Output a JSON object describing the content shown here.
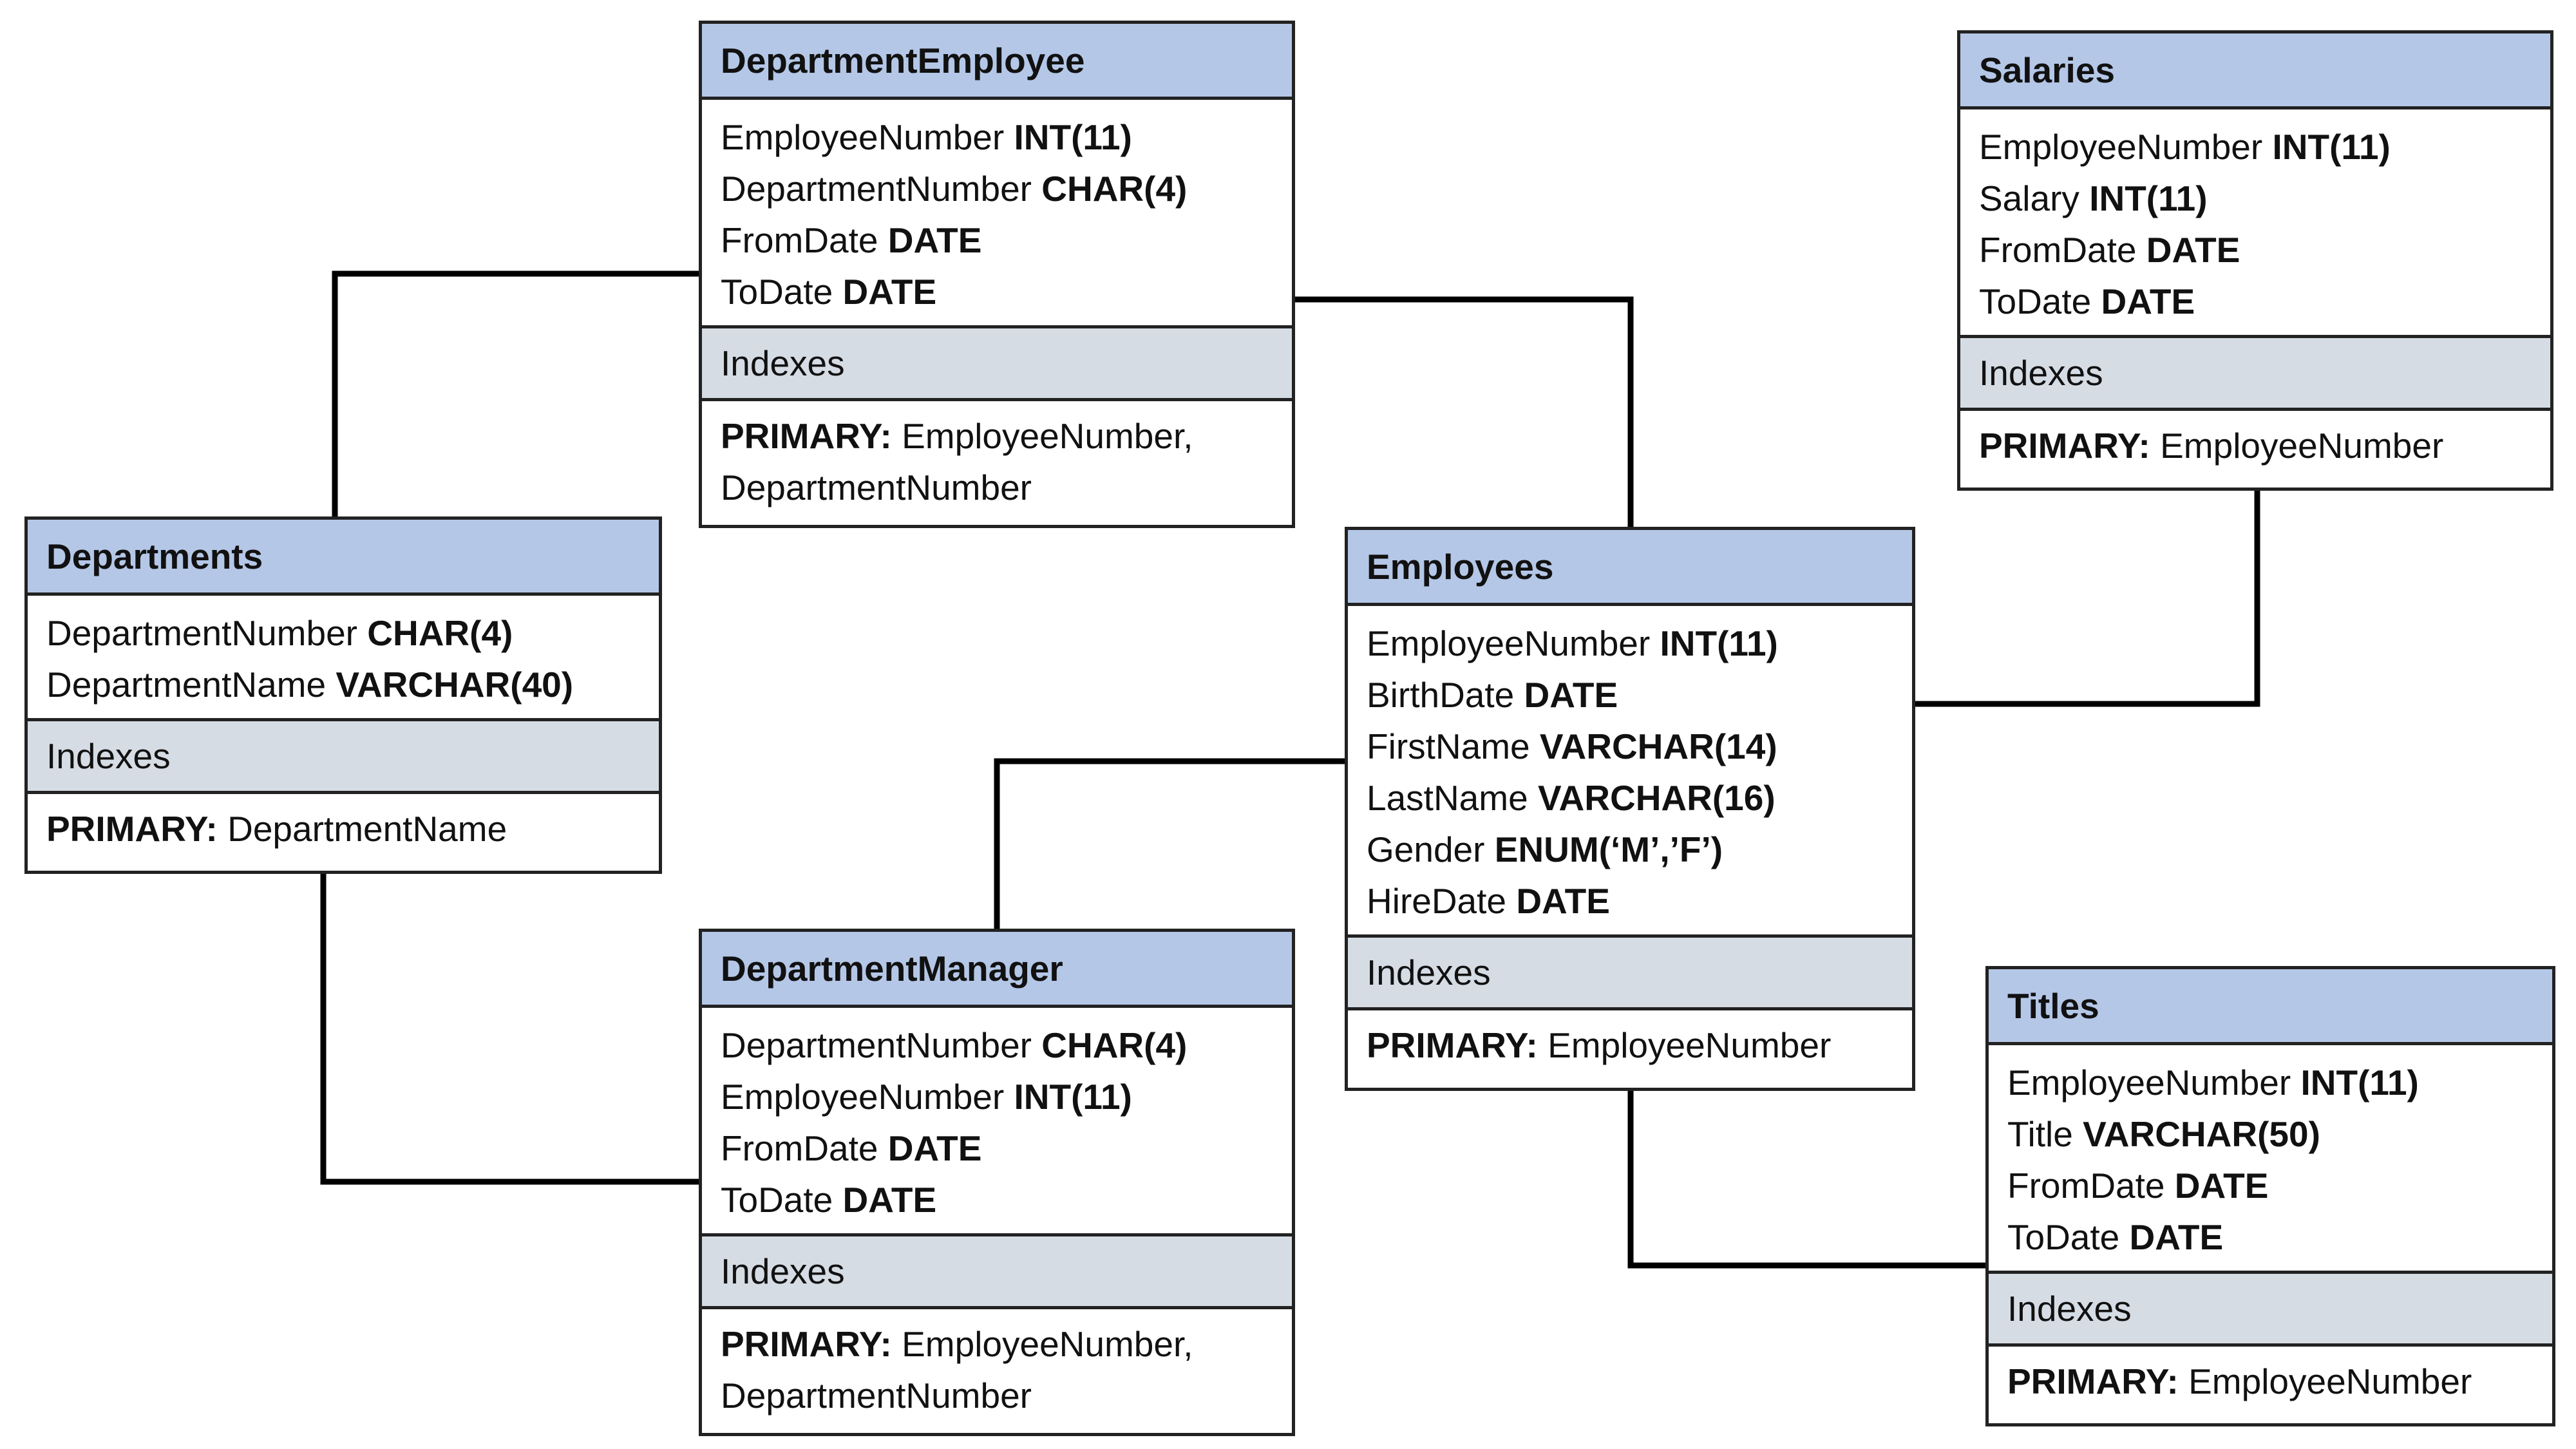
{
  "tables": {
    "department_employee": {
      "name": "DepartmentEmployee",
      "fields": [
        {
          "name": "EmployeeNumber",
          "type": "INT(11)"
        },
        {
          "name": "DepartmentNumber",
          "type": "CHAR(4)"
        },
        {
          "name": "FromDate",
          "type": "DATE"
        },
        {
          "name": "ToDate",
          "type": "DATE"
        }
      ],
      "indexes_label": "Indexes",
      "primary_label": "PRIMARY:",
      "primary_keys": [
        "EmployeeNumber,",
        "DepartmentNumber"
      ]
    },
    "salaries": {
      "name": "Salaries",
      "fields": [
        {
          "name": "EmployeeNumber",
          "type": "INT(11)"
        },
        {
          "name": "Salary",
          "type": "INT(11)"
        },
        {
          "name": "FromDate",
          "type": "DATE"
        },
        {
          "name": "ToDate",
          "type": "DATE"
        }
      ],
      "indexes_label": "Indexes",
      "primary_label": "PRIMARY:",
      "primary_keys": [
        "EmployeeNumber"
      ]
    },
    "departments": {
      "name": "Departments",
      "fields": [
        {
          "name": "DepartmentNumber",
          "type": "CHAR(4)"
        },
        {
          "name": "DepartmentName",
          "type": "VARCHAR(40)"
        }
      ],
      "indexes_label": "Indexes",
      "primary_label": "PRIMARY:",
      "primary_keys": [
        "DepartmentName"
      ]
    },
    "employees": {
      "name": "Employees",
      "fields": [
        {
          "name": "EmployeeNumber",
          "type": "INT(11)"
        },
        {
          "name": "BirthDate",
          "type": "DATE"
        },
        {
          "name": "FirstName",
          "type": "VARCHAR(14)"
        },
        {
          "name": "LastName",
          "type": "VARCHAR(16)"
        },
        {
          "name": "Gender",
          "type": "ENUM(‘M’,’F’)"
        },
        {
          "name": "HireDate",
          "type": "DATE"
        }
      ],
      "indexes_label": "Indexes",
      "primary_label": "PRIMARY:",
      "primary_keys": [
        "EmployeeNumber"
      ]
    },
    "department_manager": {
      "name": "DepartmentManager",
      "fields": [
        {
          "name": "DepartmentNumber",
          "type": "CHAR(4)"
        },
        {
          "name": "EmployeeNumber",
          "type": "INT(11)"
        },
        {
          "name": "FromDate",
          "type": "DATE"
        },
        {
          "name": "ToDate",
          "type": "DATE"
        }
      ],
      "indexes_label": "Indexes",
      "primary_label": "PRIMARY:",
      "primary_keys": [
        "EmployeeNumber,",
        "DepartmentNumber"
      ]
    },
    "titles": {
      "name": "Titles",
      "fields": [
        {
          "name": "EmployeeNumber",
          "type": "INT(11)"
        },
        {
          "name": "Title",
          "type": "VARCHAR(50)"
        },
        {
          "name": "FromDate",
          "type": "DATE"
        },
        {
          "name": "ToDate",
          "type": "DATE"
        }
      ],
      "indexes_label": "Indexes",
      "primary_label": "PRIMARY:",
      "primary_keys": [
        "EmployeeNumber"
      ]
    }
  },
  "relationships": [
    {
      "from": "departments",
      "to": "department_employee"
    },
    {
      "from": "department_employee",
      "to": "employees"
    },
    {
      "from": "employees",
      "to": "salaries"
    },
    {
      "from": "employees",
      "to": "department_manager"
    },
    {
      "from": "departments",
      "to": "department_manager"
    },
    {
      "from": "employees",
      "to": "titles"
    }
  ],
  "colors": {
    "header": "#b4c7e7",
    "indexes": "#d6dce4",
    "border": "#222222",
    "connector": "#000000"
  }
}
